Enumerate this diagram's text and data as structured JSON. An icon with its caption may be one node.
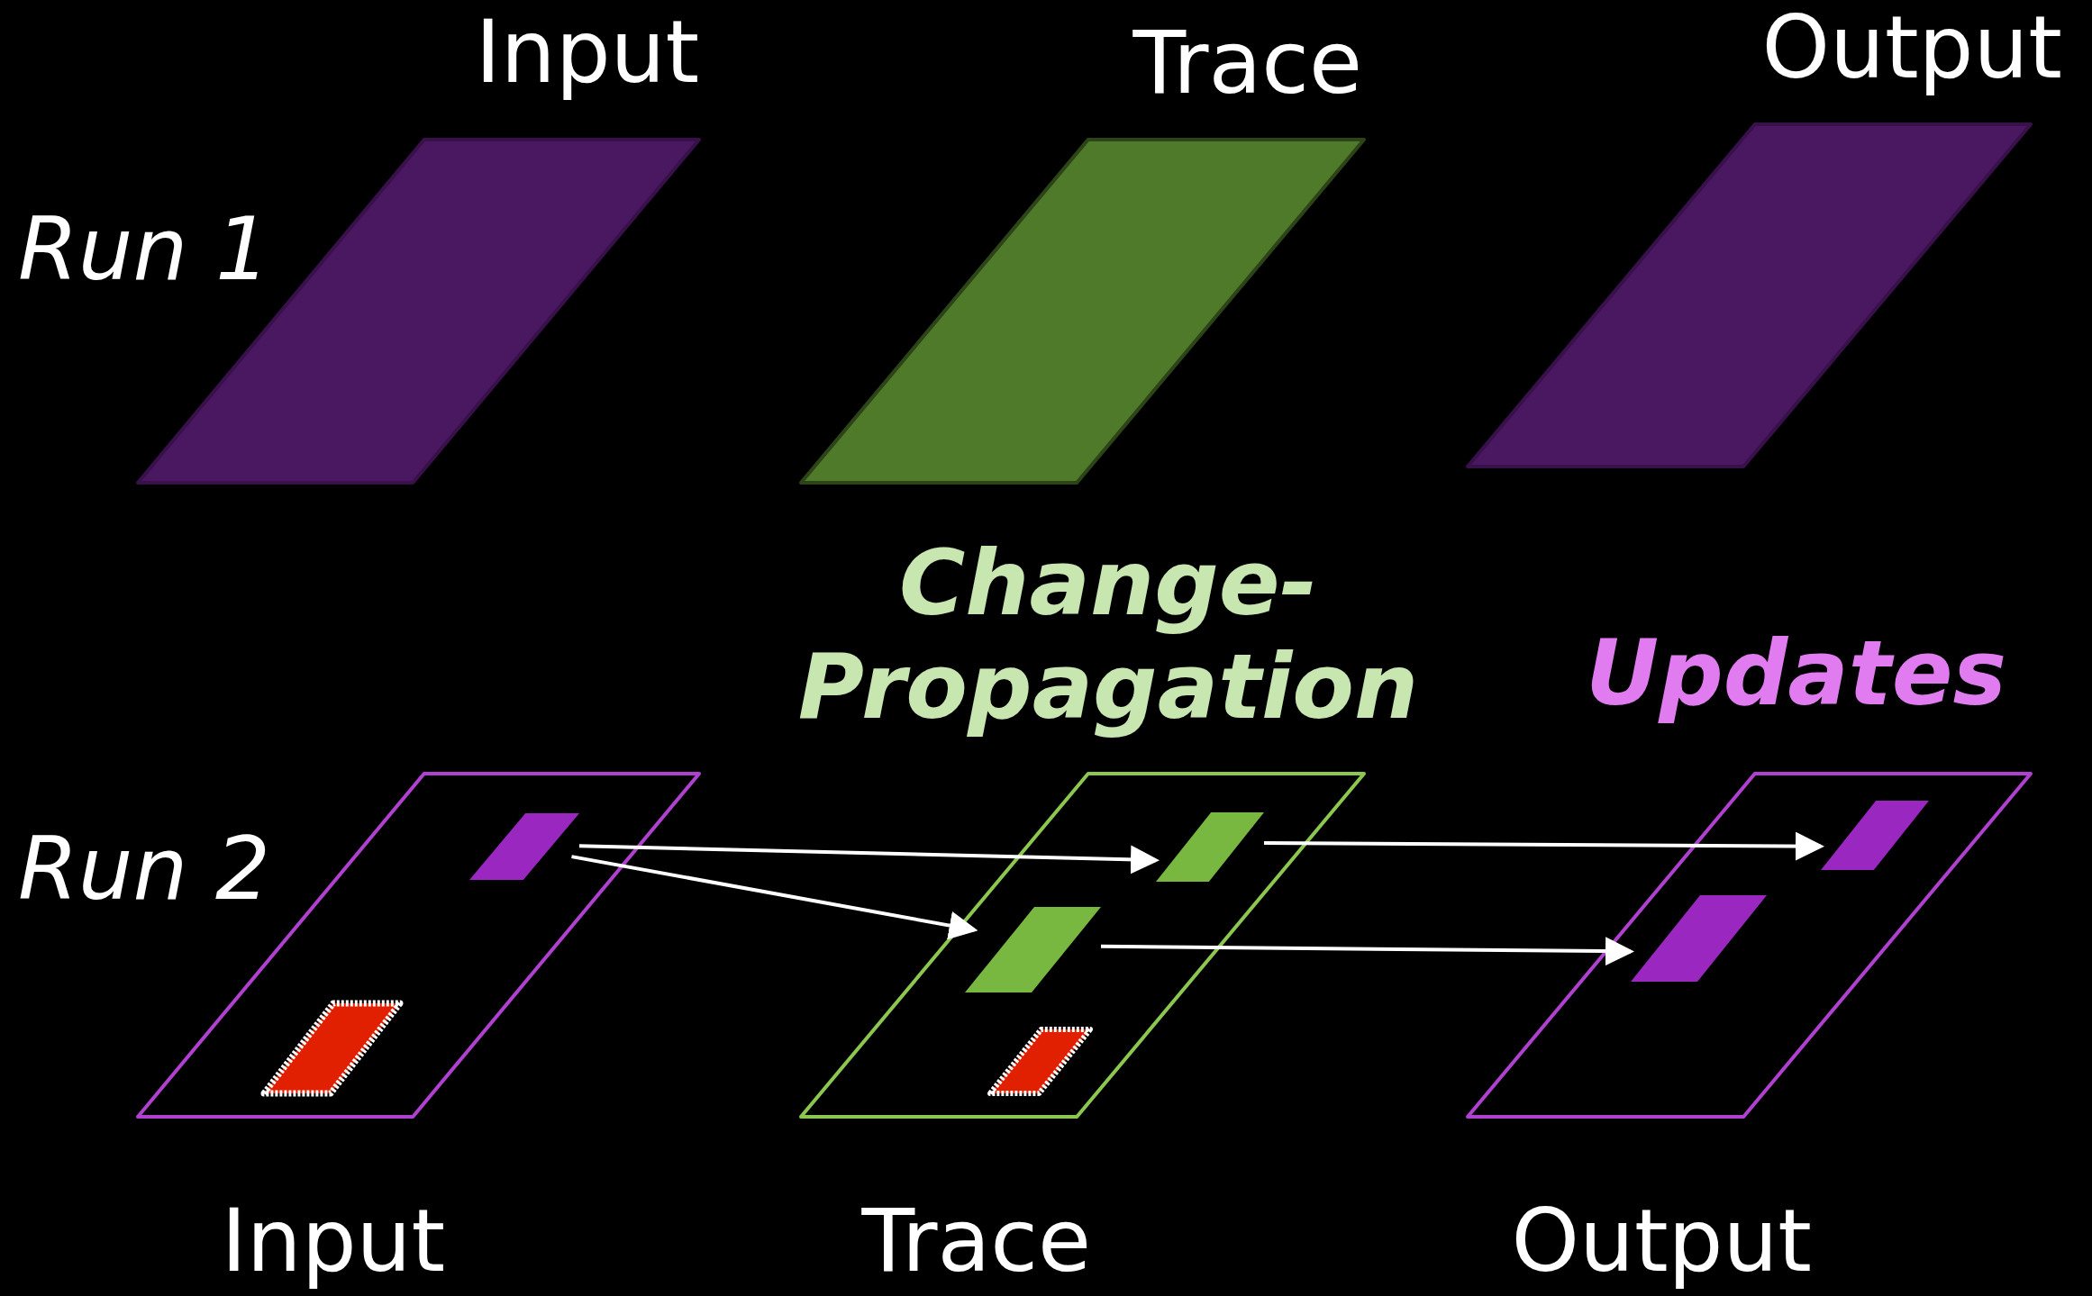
{
  "diagram": {
    "nodes": [
      {
        "text": [
          "Input"
        ]
      },
      {
        "text": [
          "Trace"
        ]
      },
      {
        "text": [
          "Output"
        ]
      },
      {
        "text": [
          "Input"
        ]
      },
      {
        "text": [
          "Trace"
        ]
      },
      {
        "text": [
          "Output"
        ]
      },
      {
        "text": [],
        "shape": "parallelogram",
        "in": 3
      },
      {
        "text": [],
        "shape": "parallelogram",
        "in": 3
      },
      {
        "text": [],
        "shape": "parallelogram",
        "in": 4
      },
      {
        "text": [],
        "shape": "parallelogram",
        "in": 4
      },
      {
        "text": [],
        "shape": "parallelogram",
        "in": 4
      },
      {
        "text": [],
        "shape": "parallelogram",
        "in": 5
      },
      {
        "text": [],
        "shape": "parallelogram",
        "in": 5
      }
    ],
    "edges": [
      {
        "from": 6,
        "to": 8,
        "arrow": "to"
      },
      {
        "from": 6,
        "to": 9,
        "arrow": "to"
      },
      {
        "from": 8,
        "to": 11,
        "arrow": "to"
      },
      {
        "from": 9,
        "to": 12,
        "arrow": "to"
      }
    ],
    "labels": [
      "Run 1",
      "Change-Propagation",
      "Updates",
      "Run 2"
    ]
  }
}
